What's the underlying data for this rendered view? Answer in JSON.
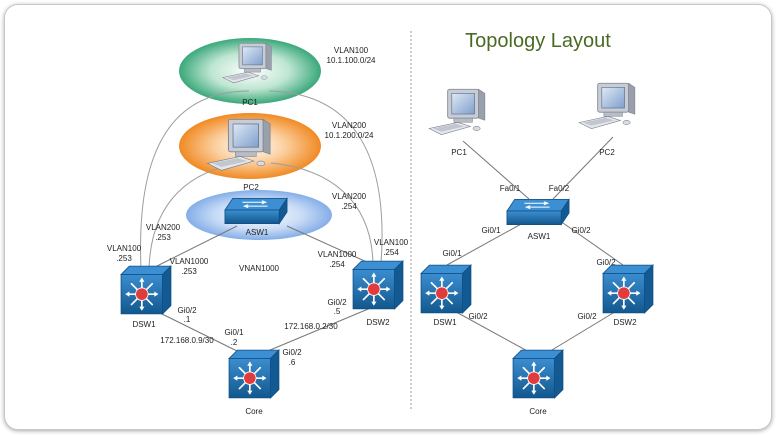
{
  "title": "Topology Layout",
  "colors": {
    "vlan100": "#3aa87a",
    "vlan200": "#f08a24",
    "vnan1000": "#5a8ee0",
    "switch": "#1f6fa8",
    "title": "#4a6a24"
  },
  "left": {
    "vlan100_title": "VLAN100",
    "vlan100_net": "10.1.100.0/24",
    "vlan200_title": "VLAN200",
    "vlan200_net": "10.1.200.0/24",
    "pc1": "PC1",
    "pc2": "PC2",
    "asw1": "ASW1",
    "dsw1": "DSW1",
    "dsw2": "DSW2",
    "core": "Core",
    "vnan1000": "VNAN1000",
    "dsw1_vlan200_a": "VLAN200",
    "dsw1_vlan200_b": ".253",
    "dsw1_vlan100_a": "VLAN100",
    "dsw1_vlan100_b": ".253",
    "dsw1_vlan1000_a": "VLAN1000",
    "dsw1_vlan1000_b": ".253",
    "dsw2_vlan200_a": "VLAN200",
    "dsw2_vlan200_b": ".254",
    "dsw2_vlan100_a": "VLAN100",
    "dsw2_vlan100_b": ".254",
    "dsw2_vlan1000_a": "VLAN1000",
    "dsw2_vlan1000_b": ".254",
    "dsw1_gi02_a": "Gi0/2",
    "dsw1_gi02_b": ".1",
    "dsw2_gi02_a": "Gi0/2",
    "dsw2_gi02_b": ".5",
    "core_gi01_a": "Gi0/1",
    "core_gi01_b": ".2",
    "core_gi02_a": "Gi0/2",
    "core_gi02_b": ".6",
    "net1": "172.168.0.9/30",
    "net2": "172.168.0.2/30"
  },
  "right": {
    "pc1": "PC1",
    "pc2": "PC2",
    "asw1": "ASW1",
    "dsw1": "DSW1",
    "dsw2": "DSW2",
    "core": "Core",
    "fa01": "Fa0/1",
    "fa02": "Fa0/2",
    "asw_gi01": "Gi0/1",
    "asw_gi02": "Gi0/2",
    "dsw1_gi01": "Gi0/1",
    "dsw1_gi02": "Gi0/2",
    "dsw2_gi02_top": "Gi0/2",
    "dsw2_gi02_bot": "Gi0/2"
  }
}
